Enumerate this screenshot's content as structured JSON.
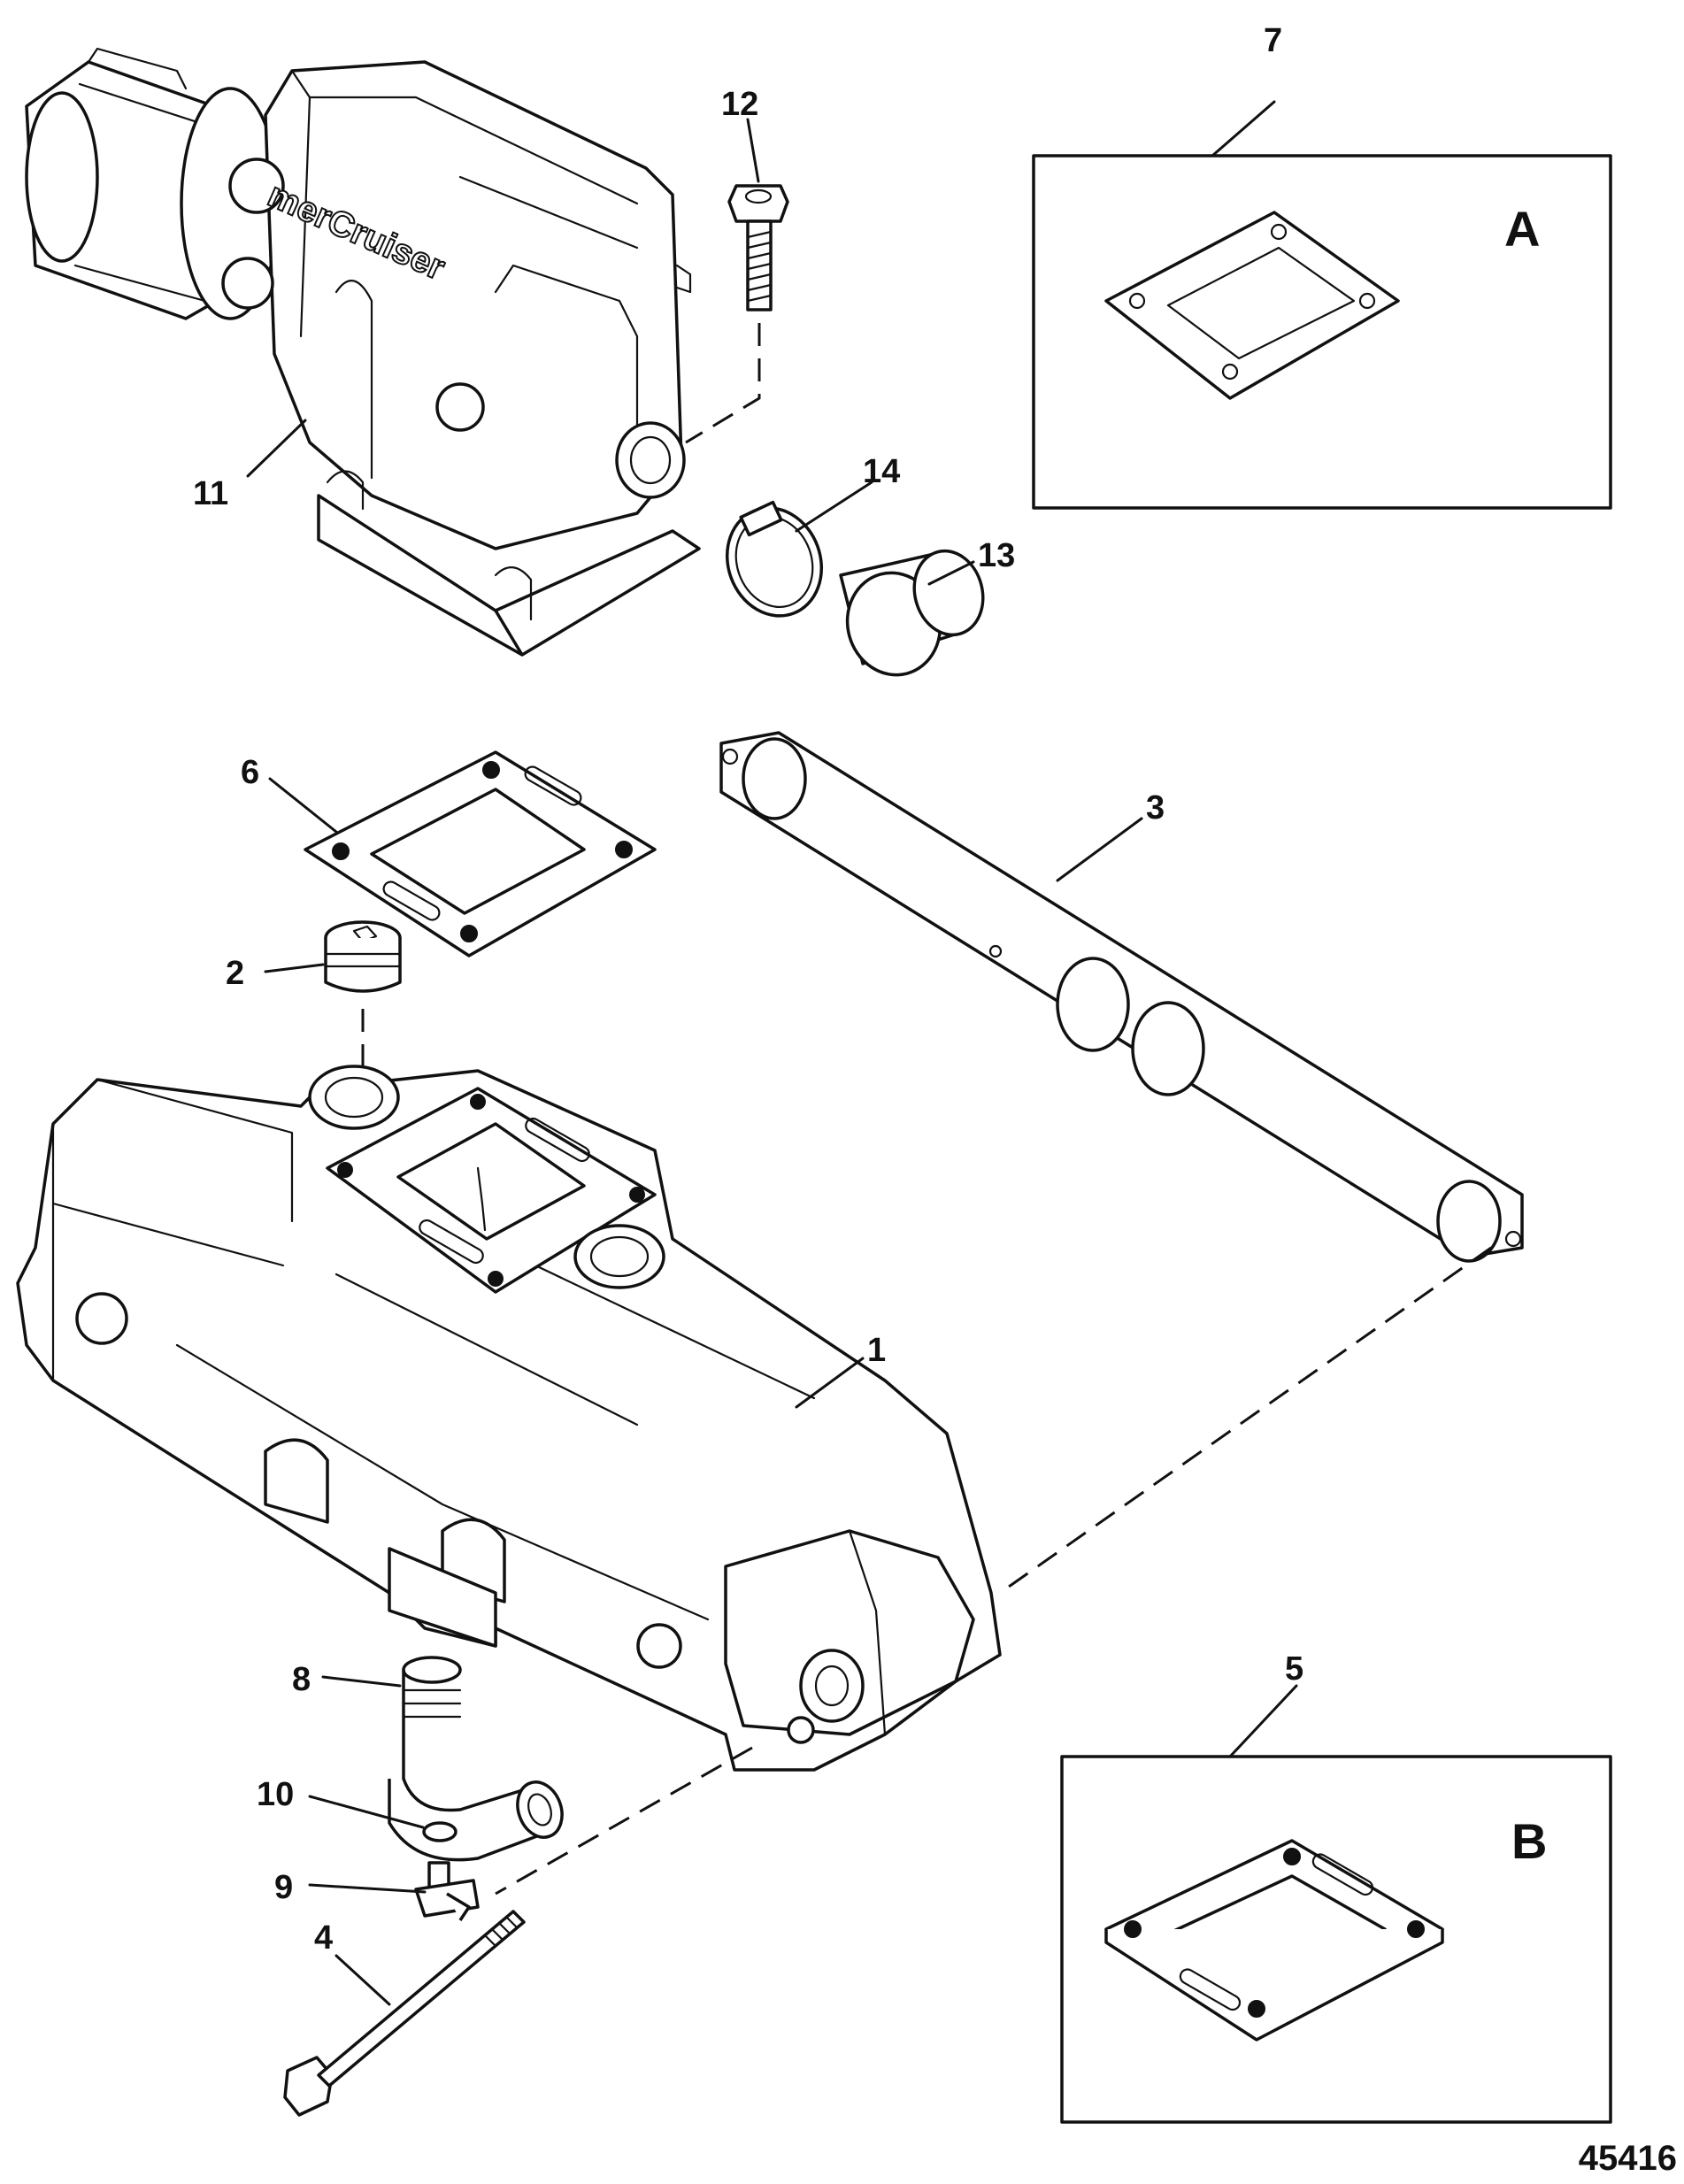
{
  "callouts": {
    "c1": "1",
    "c2": "2",
    "c3": "3",
    "c4": "4",
    "c5": "5",
    "c6": "6",
    "c7": "7",
    "c8": "8",
    "c9": "9",
    "c10": "10",
    "c11": "11",
    "c12": "12",
    "c13": "13",
    "c14": "14"
  },
  "inset_labels": {
    "a": "A",
    "b": "B"
  },
  "brand_mark": "merCruiser",
  "figure_number": "45416"
}
